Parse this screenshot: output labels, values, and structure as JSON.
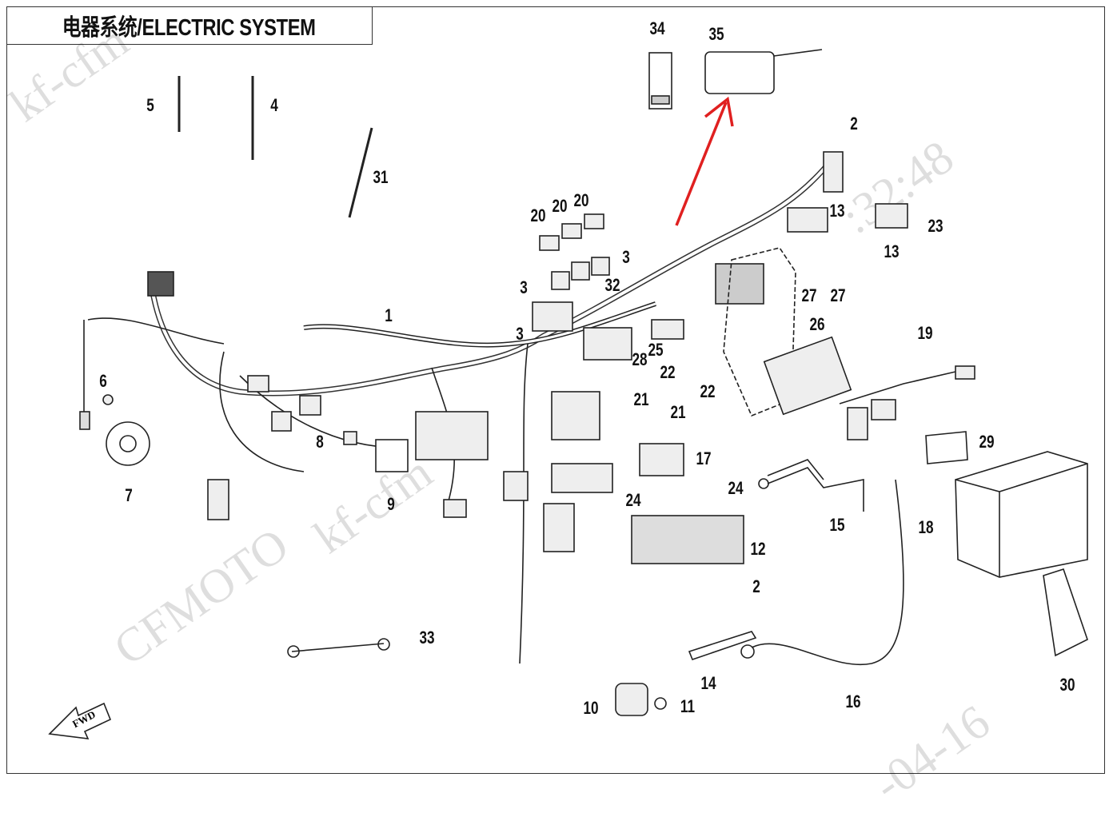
{
  "title": "电器系统/ELECTRIC SYSTEM",
  "watermarks": [
    "kf-cfm",
    "CFMOTO",
    "kf-cfm",
    ":32:48",
    "-04-16"
  ],
  "arrow_color": "#e02020",
  "fwd_label": "FWD",
  "callouts": [
    "5",
    "4",
    "31",
    "34",
    "35",
    "2",
    "20",
    "20",
    "20",
    "3",
    "3",
    "32",
    "3",
    "1",
    "13",
    "23",
    "13",
    "27",
    "27",
    "26",
    "19",
    "28",
    "25",
    "22",
    "22",
    "21",
    "21",
    "6",
    "7",
    "8",
    "9",
    "17",
    "24",
    "24",
    "29",
    "18",
    "15",
    "12",
    "2",
    "33",
    "14",
    "16",
    "30",
    "10",
    "11"
  ]
}
